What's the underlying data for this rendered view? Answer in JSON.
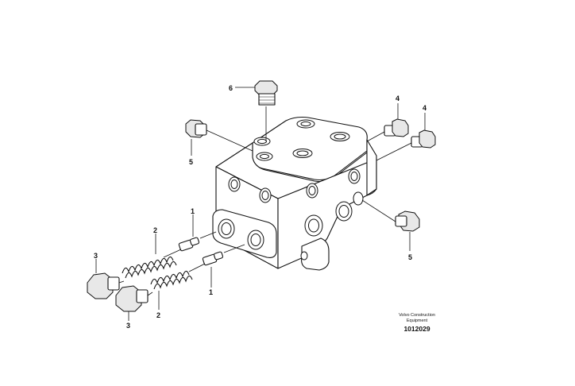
{
  "callouts": {
    "c1a": "1",
    "c1b": "1",
    "c2a": "2",
    "c2b": "2",
    "c3a": "3",
    "c3b": "3",
    "c4a": "4",
    "c4b": "4",
    "c5a": "5",
    "c5b": "5",
    "c6": "6"
  },
  "credit": {
    "line1": "Volvo Construction",
    "line2": "Equipment",
    "number": "1012029"
  }
}
